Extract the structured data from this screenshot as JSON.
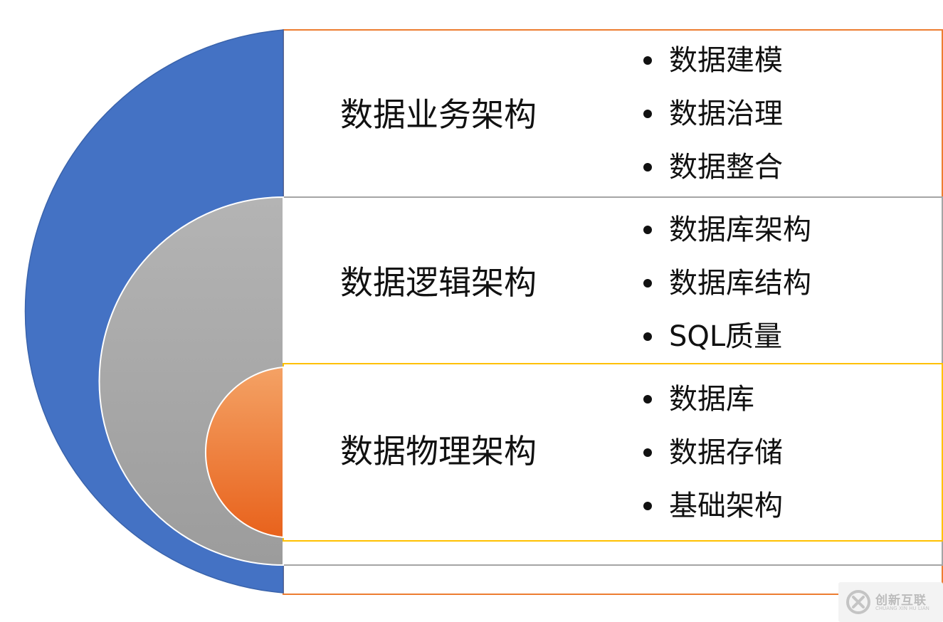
{
  "layers": [
    {
      "title": "数据业务架构",
      "items": [
        "数据建模",
        "数据治理",
        "数据整合"
      ]
    },
    {
      "title": "数据逻辑架构",
      "items": [
        "数据库架构",
        "数据库结构",
        "SQL质量"
      ]
    },
    {
      "title": "数据物理架构",
      "items": [
        "数据库",
        "数据存储",
        "基础架构"
      ]
    }
  ],
  "watermark": {
    "text": "创新互联",
    "subtext": "CHUANG XIN HU LIAN"
  },
  "colors": {
    "outer_semicircle": "#4472c4",
    "middle_semicircle": "#a5a5a5",
    "inner_semicircle": "#ed7d31",
    "outer_box_border": "#ed7d31",
    "middle_box_border": "#a5a5a5",
    "inner_box_border": "#ffc000"
  }
}
